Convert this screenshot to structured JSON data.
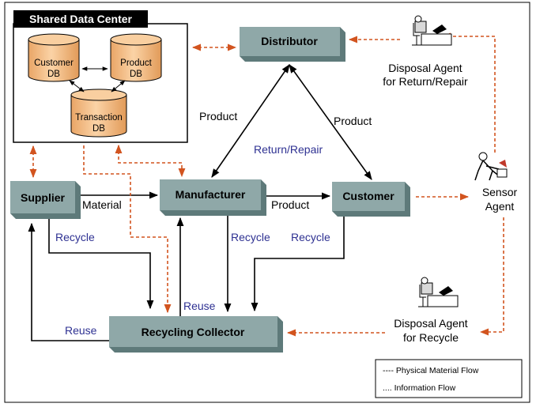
{
  "colors": {
    "node_fill": "#8fa8a8",
    "node_shadow": "#5e7a7a",
    "db_fill": "#f5c08a",
    "info_flow": "#d2541f",
    "physical_flow": "#000000",
    "blue_label": "#2e3192"
  },
  "data_center": {
    "title": "Shared Data Center",
    "dbs": [
      {
        "line1": "Customer",
        "line2": "DB"
      },
      {
        "line1": "Product",
        "line2": "DB"
      },
      {
        "line1": "Transaction",
        "line2": "DB"
      }
    ]
  },
  "nodes": {
    "distributor": "Distributor",
    "supplier": "Supplier",
    "manufacturer": "Manufacturer",
    "customer": "Customer",
    "recycling_collector": "Recycling Collector"
  },
  "agents": {
    "disposal_return": {
      "line1": "Disposal Agent",
      "line2": "for Return/Repair",
      "icon": "desk-worker-icon"
    },
    "sensor": {
      "line1": "Sensor",
      "line2": "Agent",
      "icon": "sensor-person-icon"
    },
    "disposal_recycle": {
      "line1": "Disposal Agent",
      "line2": "for Recycle",
      "icon": "desk-worker-icon"
    }
  },
  "labels": {
    "product_left": "Product",
    "product_right": "Product",
    "return_repair": "Return/Repair",
    "material": "Material",
    "product_mid": "Product",
    "recycle_supplier": "Recycle",
    "recycle_manufacturer": "Recycle",
    "recycle_customer": "Recycle",
    "reuse_manufacturer": "Reuse",
    "reuse_supplier": "Reuse"
  },
  "legend": {
    "physical": "---- Physical Material Flow",
    "information": "....  Information Flow"
  }
}
